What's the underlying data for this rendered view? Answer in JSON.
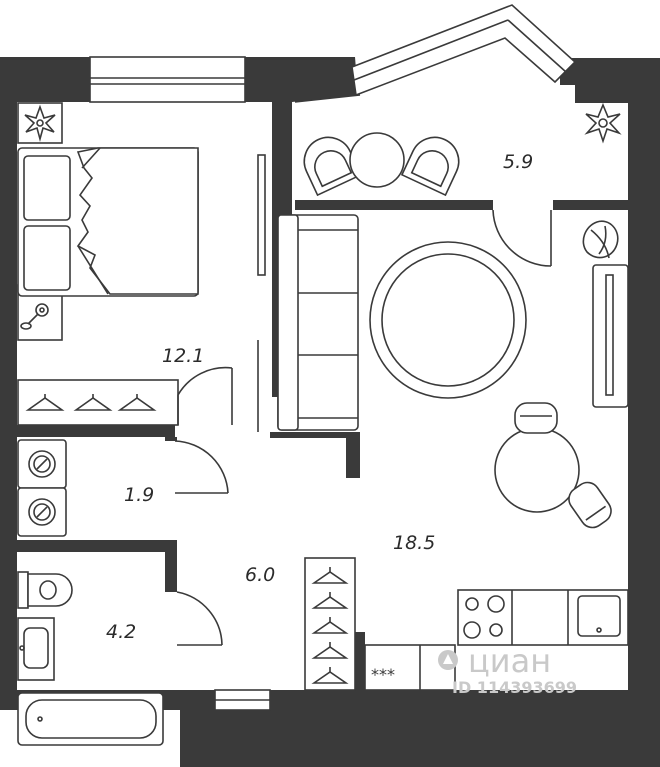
{
  "rooms": {
    "bedroom_area": "12.1",
    "balcony_area": "5.9",
    "living_area": "18.5",
    "laundry_area": "1.9",
    "hall_area": "6.0",
    "bathroom_area": "4.2"
  },
  "kitchen": {
    "hood_mark": "***"
  },
  "watermark": {
    "brand": "циан",
    "id_text": "ID 114393699"
  },
  "colors": {
    "wall": "#3a3a3a",
    "background": "#ffffff",
    "watermark": "#c9c9c9"
  }
}
